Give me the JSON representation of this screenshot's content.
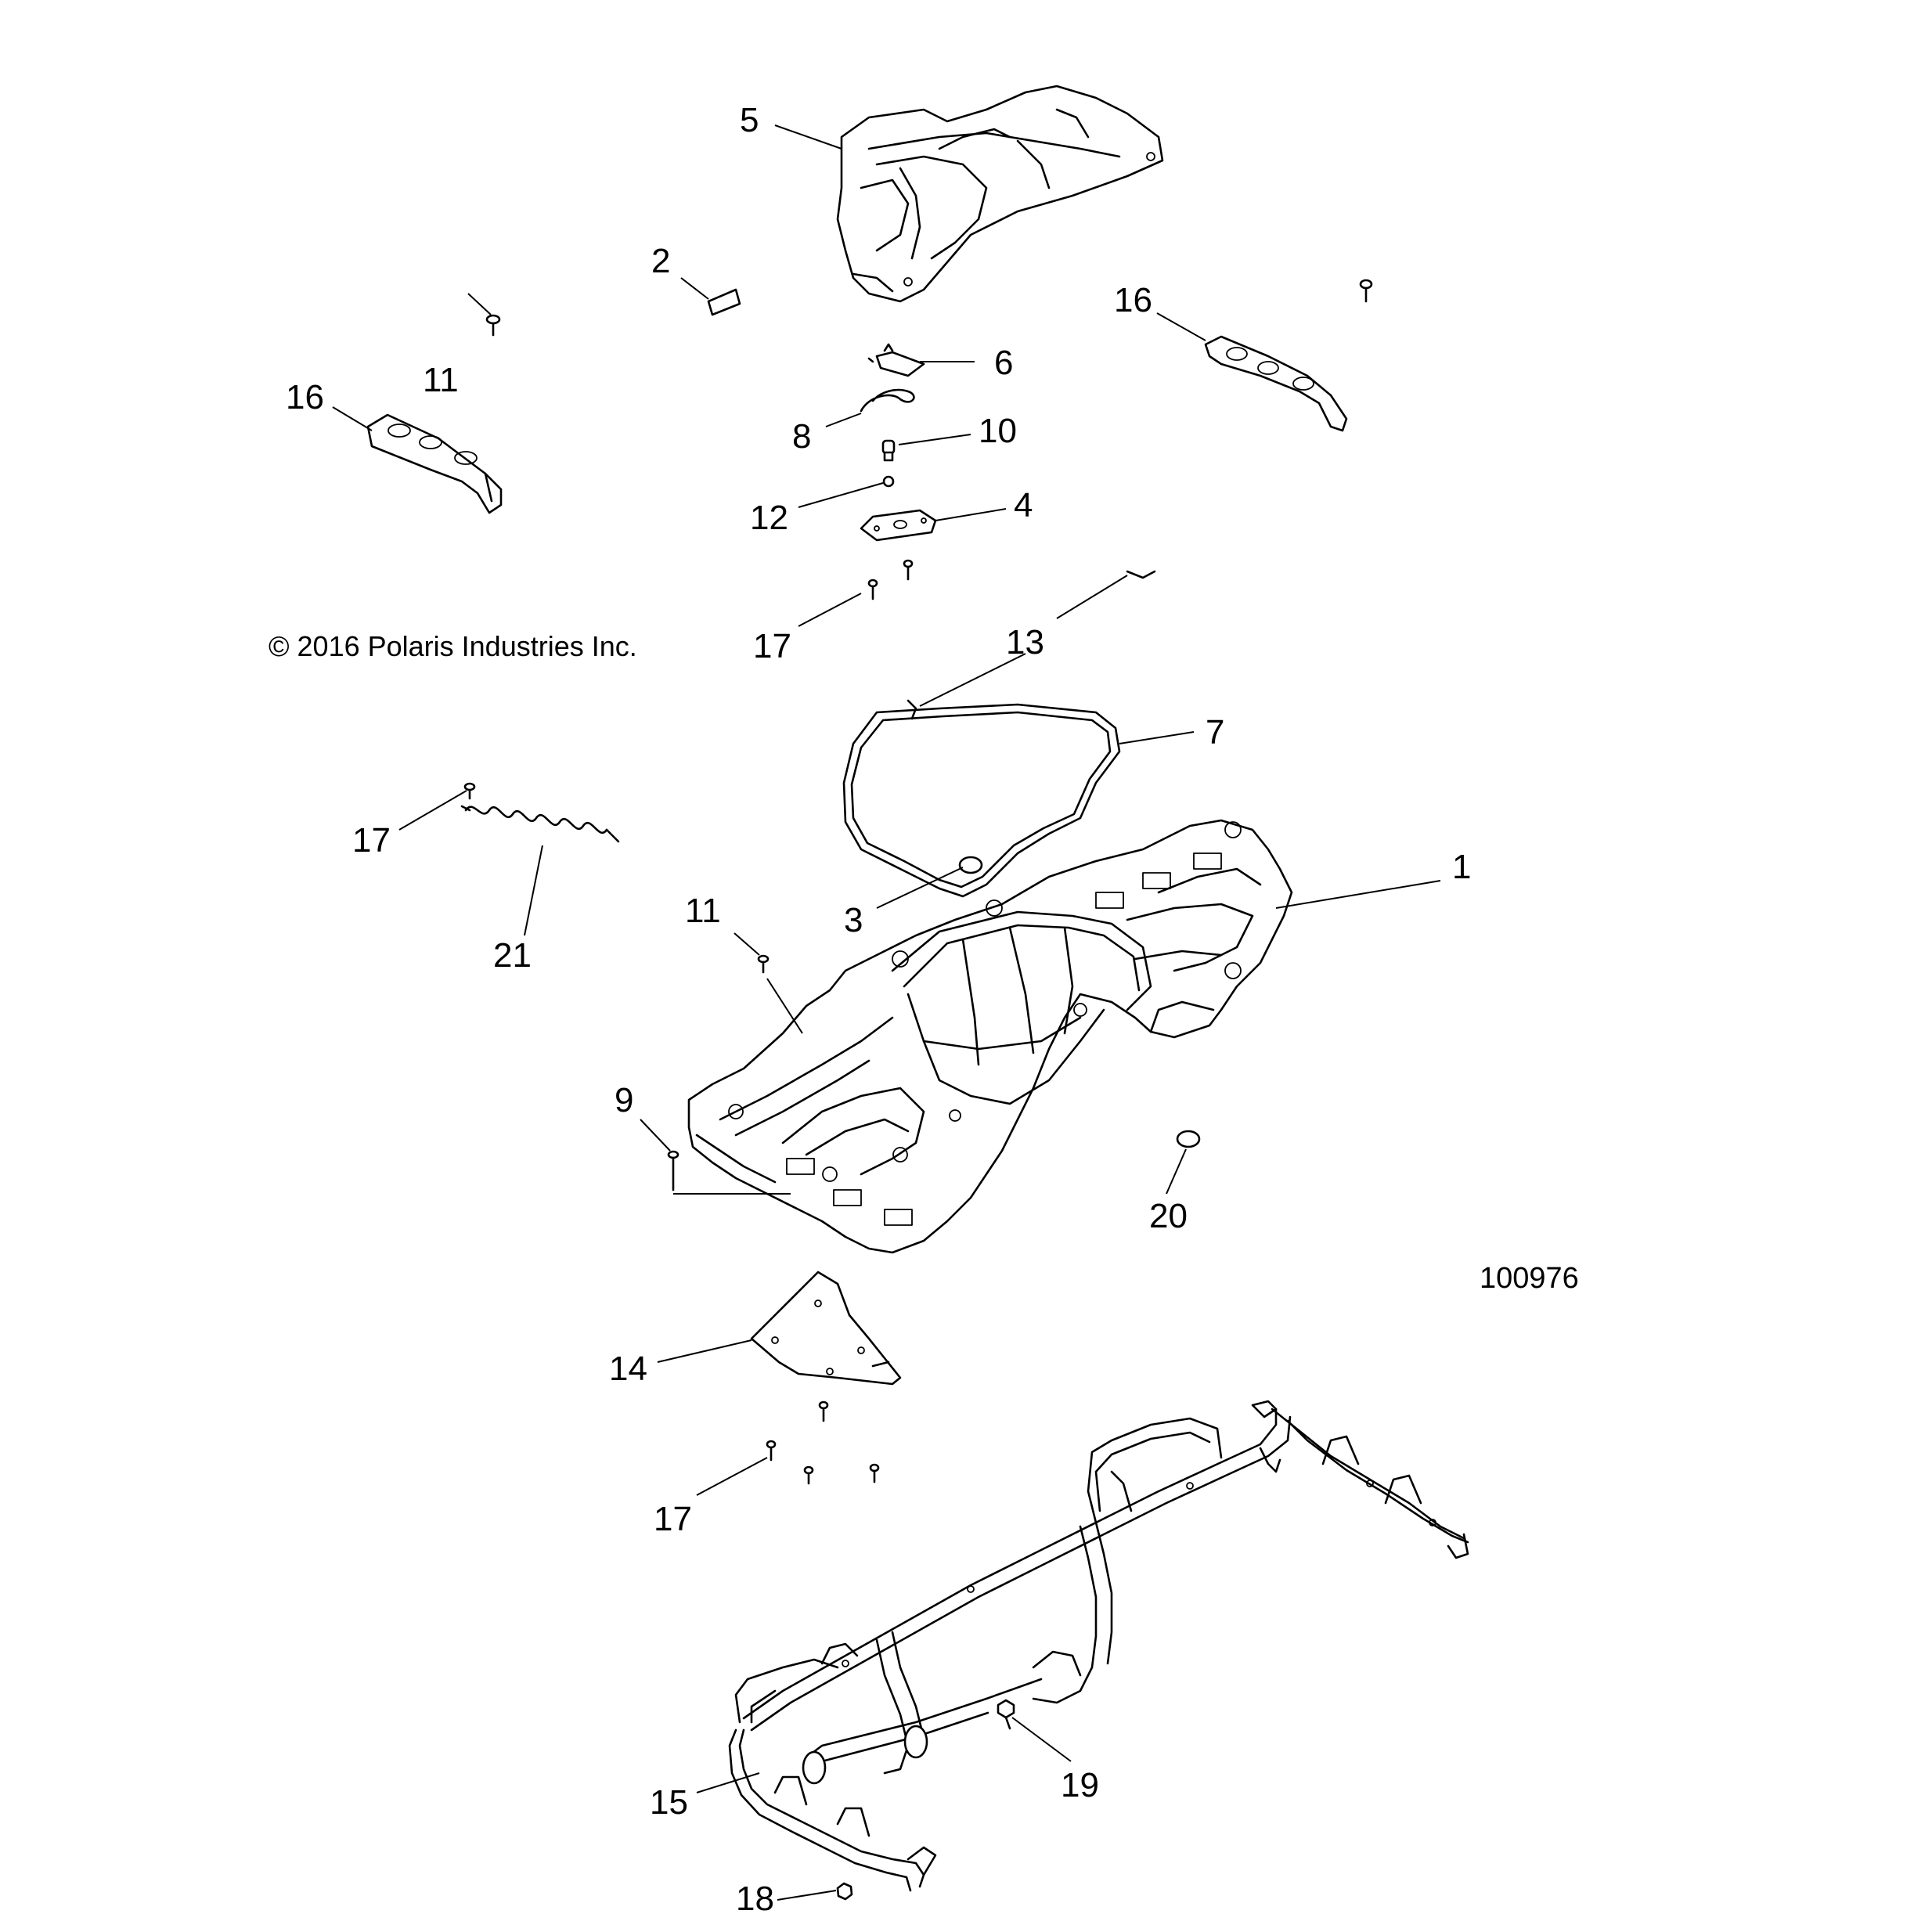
{
  "copyright": "© 2016 Polaris Industries Inc.",
  "drawing_number": "100976",
  "callouts": [
    {
      "id": "c5",
      "text": "5"
    },
    {
      "id": "c2",
      "text": "2"
    },
    {
      "id": "c16a",
      "text": "16"
    },
    {
      "id": "c6",
      "text": "6"
    },
    {
      "id": "c16b",
      "text": "16"
    },
    {
      "id": "c11a",
      "text": "11"
    },
    {
      "id": "c8",
      "text": "8"
    },
    {
      "id": "c10",
      "text": "10"
    },
    {
      "id": "c12",
      "text": "12"
    },
    {
      "id": "c4",
      "text": "4"
    },
    {
      "id": "c17a",
      "text": "17"
    },
    {
      "id": "c13",
      "text": "13"
    },
    {
      "id": "c7",
      "text": "7"
    },
    {
      "id": "c17b",
      "text": "17"
    },
    {
      "id": "c1",
      "text": "1"
    },
    {
      "id": "c3",
      "text": "3"
    },
    {
      "id": "c11b",
      "text": "11"
    },
    {
      "id": "c21",
      "text": "21"
    },
    {
      "id": "c9",
      "text": "9"
    },
    {
      "id": "c20",
      "text": "20"
    },
    {
      "id": "c14",
      "text": "14"
    },
    {
      "id": "c17c",
      "text": "17"
    },
    {
      "id": "c19",
      "text": "19"
    },
    {
      "id": "c15",
      "text": "15"
    },
    {
      "id": "c18",
      "text": "18"
    }
  ]
}
